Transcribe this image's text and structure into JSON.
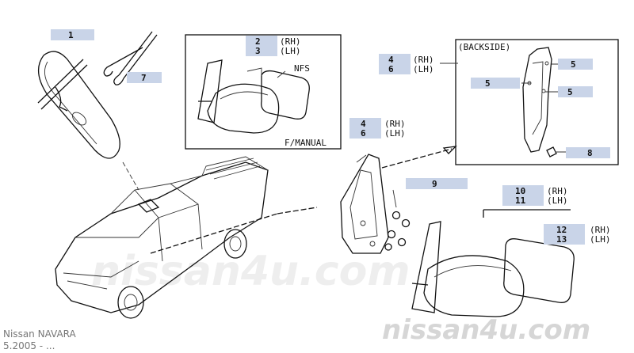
{
  "callouts": {
    "c1": "1",
    "c7": "7",
    "c2": "2",
    "c3": "3",
    "c4a": "4",
    "c6a": "6",
    "c5a": "5",
    "c5b": "5",
    "c5c": "5",
    "c8": "8",
    "c4b": "4",
    "c6b": "6",
    "c9": "9",
    "c10": "10",
    "c11": "11",
    "c12": "12",
    "c13": "13"
  },
  "side_labels": {
    "rh1": "(RH)",
    "lh1": "(LH)",
    "rh2": "(RH)",
    "lh2": "(LH)",
    "rh3": "(RH)",
    "lh3": "(LH)",
    "rh4": "(RH)",
    "lh4": "(LH)",
    "rh5": "(RH)",
    "lh5": "(LH)"
  },
  "notes": {
    "nfs": "NFS",
    "f_manual": "F/MANUAL",
    "backside": "(BACKSIDE)"
  },
  "footer": {
    "model": "Nissan NAVARA",
    "date": "5.2005 - ..."
  },
  "watermark": {
    "brand": "nissan4u.com",
    "center": "nissan4u.com"
  },
  "colors": {
    "label_bg": "#c9d4e8",
    "line": "#111111",
    "watermark": "#d8d8d8"
  }
}
